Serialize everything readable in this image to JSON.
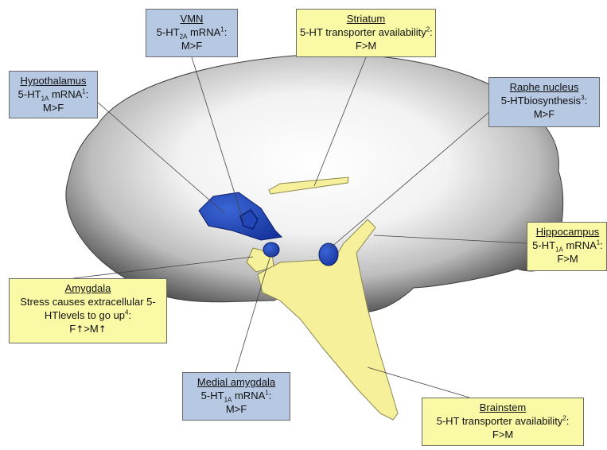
{
  "labels": {
    "vmn": {
      "title": "VMN",
      "line1": {
        "pre": "5-HT",
        "sub": "2A",
        "mid": " mRNA",
        "sup": "1",
        "post": ":"
      },
      "line2": "M>F"
    },
    "striatum": {
      "title": "Striatum",
      "line1": {
        "pre": "5-HT transporter availability",
        "sup": "2",
        "post": ":"
      },
      "line2": "F>M"
    },
    "hypothalamus": {
      "title": "Hypothalamus",
      "line1": {
        "pre": "5-HT",
        "sub": "1A",
        "mid": " mRNA",
        "sup": "1",
        "post": ":"
      },
      "line2": "M>F"
    },
    "raphe": {
      "title": "Raphe nucleus",
      "line1": {
        "pre": "5-HTbiosynthesis",
        "sup": "3",
        "post": ":"
      },
      "line2": "M>F"
    },
    "hippocampus": {
      "title": "Hippocampus",
      "line1": {
        "pre": "5-HT",
        "sub": "1A",
        "mid": " mRNA",
        "sup": "1",
        "post": ":"
      },
      "line2": "F>M"
    },
    "amygdala": {
      "title": "Amygdala",
      "line1": "Stress causes extracellular 5-",
      "line2": {
        "pre": "HTlevels to go up",
        "sup": "4",
        "post": ":"
      },
      "line3": {
        "a": "F",
        "arrow1": "↑",
        "b": ">M",
        "arrow2": "↑"
      }
    },
    "medial_amygdala": {
      "title": "Medial amygdala",
      "line1": {
        "pre": "5-HT",
        "sub": "1A",
        "mid": " mRNA",
        "sup": "1",
        "post": ":"
      },
      "line2": "M>F"
    },
    "brainstem": {
      "title": "Brainstem",
      "line1": {
        "pre": "5-HT transporter availability",
        "sup": "2",
        "post": ":"
      },
      "line2": "F>M"
    }
  },
  "colors": {
    "blue_region": "#1f45b0",
    "blue_region_edge": "#0c1f6a",
    "yellow_region": "#f6f09a",
    "yellow_region_edge": "#8a8750",
    "blue_box": "#b6c8e2",
    "yellow_box": "#fafaa6",
    "brain_center": "#ffffff",
    "brain_edge": "#4a4a4a"
  }
}
